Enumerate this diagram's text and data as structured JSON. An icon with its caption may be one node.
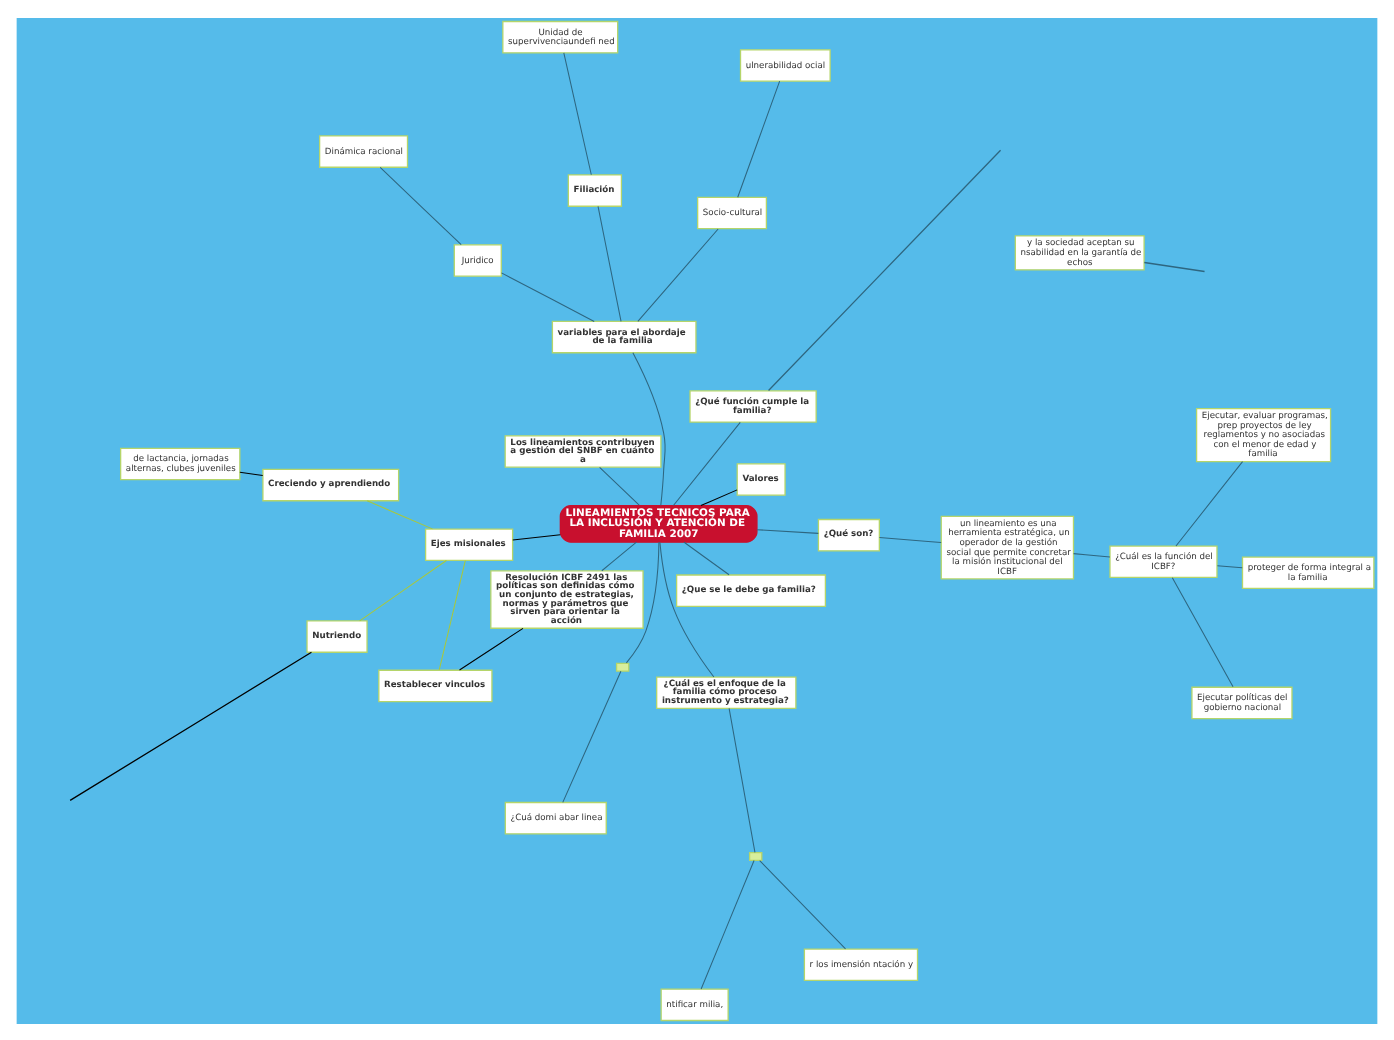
{
  "diagram": {
    "nodes": [
      {
        "text": [
          "LINEAMIENTOS TECNICOS PARA LA INCLUSIÓN Y ATENCIÓN DE FAMILIA 2007"
        ]
      },
      {
        "text": [
          "Ejes misionales"
        ]
      },
      {
        "text": [
          "Nutriendo"
        ]
      },
      {
        "text": [
          "Creciendo y aprendiendo"
        ]
      },
      {
        "text": [
          "Restablecer vinculos"
        ]
      },
      {
        "text": [
          "de lactancia, jornadas alternas, clubes juveniles"
        ]
      },
      {
        "text": [
          "Resolución ICBF 2491 las políticas son definidas cómo un conjunto de estrategias, normas y parámetros que sirven para orientar la acción"
        ]
      },
      {
        "text": [
          "Valores"
        ]
      },
      {
        "text": [
          "¿Que se le debe ga familia?"
        ]
      },
      {
        "text": [],
        "shape": "box"
      },
      {
        "text": [
          "¿Cuá domi abar linea"
        ]
      },
      {
        "text": [
          "Los lineamientos contribuyen a gestión del SNBF en cuánto a"
        ]
      },
      {
        "text": [
          "¿Qué son?"
        ]
      },
      {
        "text": [
          "un lineamiento es una herramienta estratégica, un operador de la gestión social que permite concretar la misión institucional del ICBF"
        ]
      },
      {
        "text": [
          "¿Cuál es la función del ICBF?"
        ]
      },
      {
        "text": [
          "proteger de forma integral a la familia"
        ]
      },
      {
        "text": [
          "Ejecutar políticas del gobierno nacional"
        ]
      },
      {
        "text": [
          "Ejecutar, evaluar programas, prep proyectos de ley reglamentos y no asociadas con el menor de edad y familia"
        ]
      },
      {
        "text": [
          "¿Qué función cumple la familia?"
        ]
      },
      {
        "text": [
          "y la sociedad aceptan su nsabilidad en la garantía de echos"
        ]
      },
      {
        "text": [
          "variables para el abordaje de la familia"
        ]
      },
      {
        "text": [
          "Filiación"
        ]
      },
      {
        "text": [
          "Juridico"
        ]
      },
      {
        "text": [
          "Socio-cultural"
        ]
      },
      {
        "text": [
          "Unidad de supervivenciaundefi ned"
        ]
      },
      {
        "text": [
          "Dinámica racional"
        ]
      },
      {
        "text": [
          "ulnerabilidad ocial"
        ]
      },
      {
        "text": [
          "¿Cuál es el enfoque de la familia cómo proceso instrumento y estrategia?"
        ]
      },
      {
        "text": [],
        "shape": "box"
      },
      {
        "text": [
          "ntificar milia,"
        ]
      },
      {
        "text": [
          "r los imensión ntación y"
        ]
      }
    ],
    "edges": [
      {
        "from": 0,
        "to": 1,
        "arrow": "none",
        "color": "#000000"
      },
      {
        "from": 1,
        "to": 2,
        "arrow": "none",
        "color": "#a8c83c"
      },
      {
        "from": 1,
        "to": 3,
        "arrow": "none",
        "color": "#a8c83c"
      },
      {
        "from": 1,
        "to": 4,
        "arrow": "none",
        "color": "#a8c83c"
      },
      {
        "from": 2,
        "to": null,
        "arrow": "none",
        "color": "#000000"
      },
      {
        "from": 3,
        "to": 5,
        "arrow": "none",
        "color": "#000000"
      },
      {
        "from": 4,
        "to": 6,
        "arrow": "none",
        "color": "#000000"
      },
      {
        "from": 0,
        "to": 6,
        "arrow": "none"
      },
      {
        "from": 0,
        "to": 7,
        "arrow": "none",
        "color": "#000000"
      },
      {
        "from": 0,
        "to": 8,
        "arrow": "none"
      },
      {
        "from": 0,
        "to": 9,
        "arrow": "none"
      },
      {
        "from": 9,
        "to": 10,
        "arrow": "none"
      },
      {
        "from": 0,
        "to": 11,
        "arrow": "none"
      },
      {
        "from": 0,
        "to": 12,
        "arrow": "none"
      },
      {
        "from": 12,
        "to": 13,
        "arrow": "none"
      },
      {
        "from": 13,
        "to": 14,
        "arrow": "none"
      },
      {
        "from": 14,
        "to": 15,
        "arrow": "none"
      },
      {
        "from": 14,
        "to": 16,
        "arrow": "none"
      },
      {
        "from": 14,
        "to": 17,
        "arrow": "none"
      },
      {
        "from": 0,
        "to": 18,
        "arrow": "none"
      },
      {
        "from": 18,
        "to": null,
        "arrow": "none"
      },
      {
        "from": 19,
        "to": null,
        "arrow": "none"
      },
      {
        "from": 0,
        "to": 20,
        "arrow": "none"
      },
      {
        "from": 20,
        "to": 21,
        "arrow": "none"
      },
      {
        "from": 20,
        "to": 22,
        "arrow": "none"
      },
      {
        "from": 20,
        "to": 23,
        "arrow": "none"
      },
      {
        "from": 21,
        "to": 24,
        "arrow": "none"
      },
      {
        "from": 22,
        "to": 25,
        "arrow": "none"
      },
      {
        "from": 23,
        "to": 26,
        "arrow": "none"
      },
      {
        "from": 0,
        "to": 27,
        "arrow": "none"
      },
      {
        "from": 27,
        "to": 28,
        "arrow": "none"
      },
      {
        "from": 28,
        "to": 29,
        "arrow": "none"
      },
      {
        "from": 28,
        "to": 30,
        "arrow": "none"
      }
    ]
  }
}
